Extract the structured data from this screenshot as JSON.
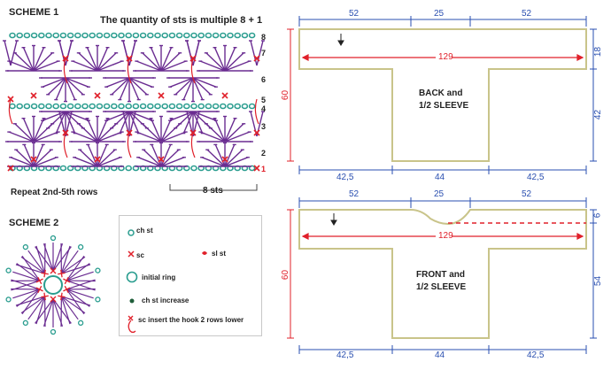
{
  "scheme1": {
    "title": "SCHEME 1",
    "note": "The quantity of sts is multiple 8 + 1",
    "repeat_note": "Repeat 2nd-5th rows",
    "repeat_label": "8 sts",
    "row_numbers": [
      "8",
      "7",
      "6",
      "5",
      "4",
      "3",
      "2",
      "1"
    ]
  },
  "scheme2": {
    "title": "SCHEME 2"
  },
  "legend": {
    "ch_st": "ch st",
    "sc": "sc",
    "sl_st": "sl st",
    "initial_ring": "initial ring",
    "ch_st_increase": "ch st increase",
    "sc_insert": "sc insert the hook 2 rows lower"
  },
  "back_panel": {
    "title_line1": "BACK and",
    "title_line2": "1/2 SLEEVE",
    "top_dims": [
      "52",
      "25",
      "52"
    ],
    "bottom_dims": [
      "42,5",
      "44",
      "42,5"
    ],
    "width_total": "129",
    "left_height": "60",
    "right_top": "18",
    "right_bottom": "42"
  },
  "front_panel": {
    "title_line1": "FRONT and",
    "title_line2": "1/2 SLEEVE",
    "top_dims": [
      "52",
      "25",
      "52"
    ],
    "bottom_dims": [
      "42,5",
      "44",
      "42,5"
    ],
    "width_total": "129",
    "left_height": "60",
    "right_top": "6",
    "right_bottom": "54"
  },
  "colors": {
    "chain_green": "#2a9d8f",
    "stitch_purple": "#6a2c91",
    "sc_red": "#e0202a",
    "dim_blue": "#2a4fb0",
    "panel_outline": "#c9c48a"
  }
}
